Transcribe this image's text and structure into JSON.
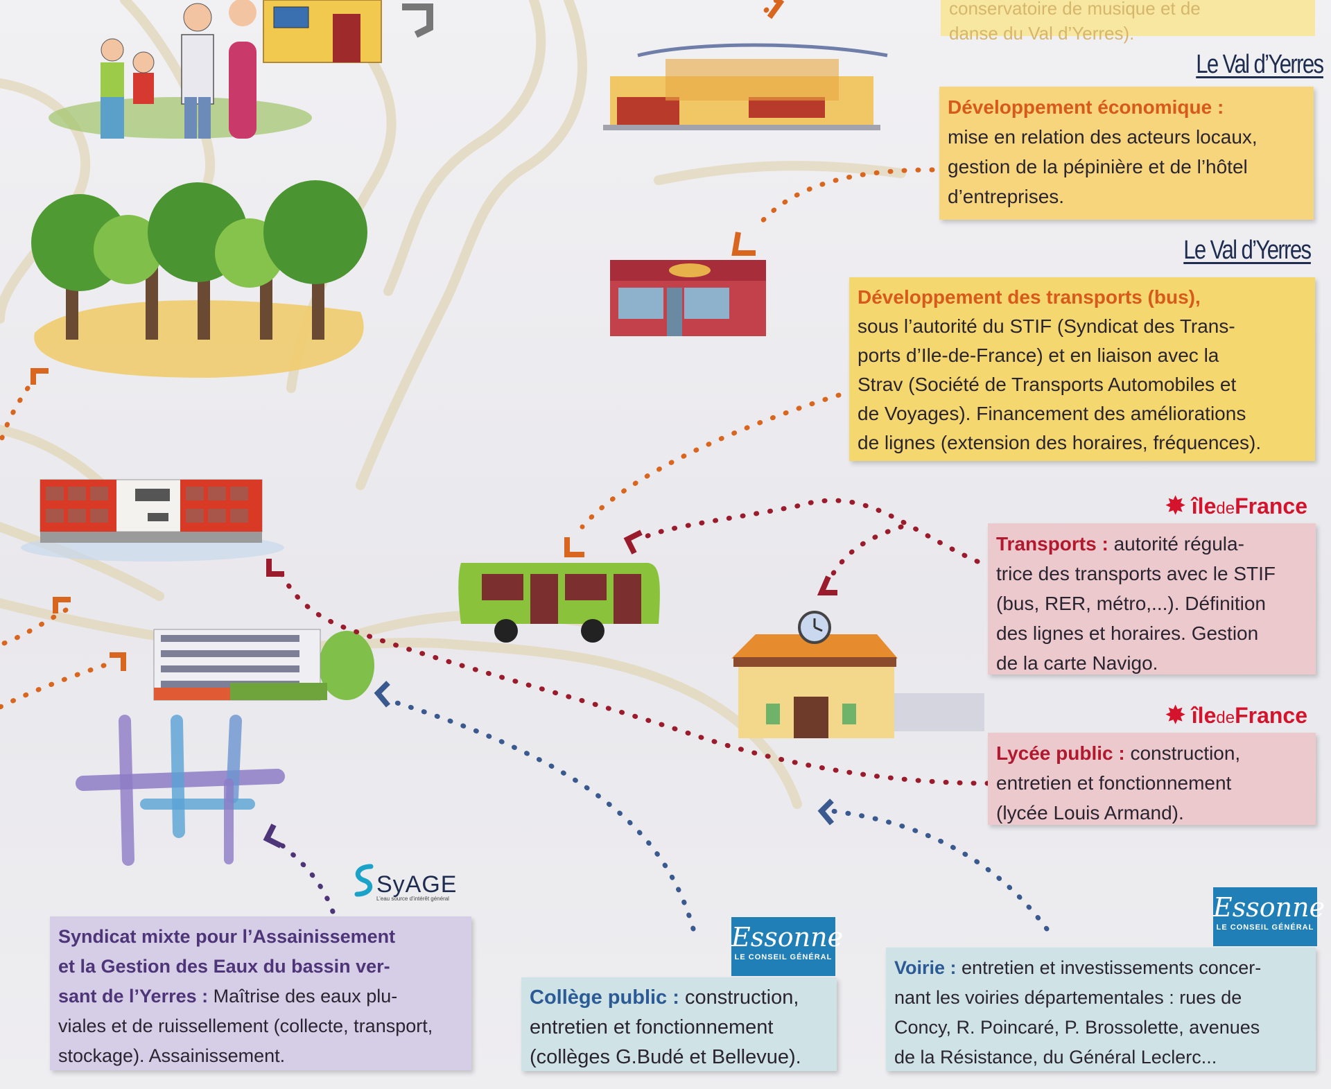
{
  "top_box": {
    "line1": "conservatoire de musique et de",
    "line2": "danse du Val d’Yerres)."
  },
  "logos": {
    "val_yerres_a": "Le Val d’Yerres",
    "val_yerres_b": "Le Val d’Yerres",
    "iledefrance_a": {
      "ile": "île",
      "de": "de",
      "france": "France"
    },
    "iledefrance_b": {
      "ile": "île",
      "de": "de",
      "france": "France"
    },
    "essonne_a": {
      "script": "Essonne",
      "sub": "LE CONSEIL GÉNÉRAL"
    },
    "essonne_b": {
      "script": "Essonne",
      "sub": "LE CONSEIL GÉNÉRAL"
    },
    "syage": {
      "word": "SyAGE",
      "tag": "L’eau source d’intérêt général"
    }
  },
  "boxes": {
    "dev_eco": {
      "lead": "Développement économique :",
      "lines": [
        "mise en relation des acteurs locaux,",
        "gestion de la pépinière et de l’hôtel",
        "d’entreprises."
      ]
    },
    "dev_bus": {
      "lead": "Développement des transports (bus),",
      "lines": [
        "sous l’autorité du STIF (Syndicat des Trans-",
        "ports d’Ile-de-France) et en liaison avec la",
        "Strav (Société de Transports Automobiles et",
        "de Voyages). Financement des améliorations",
        "de lignes (extension des horaires, fréquences)."
      ]
    },
    "transports": {
      "lead": "Transports :",
      "first_rest": " autorité régula-",
      "lines": [
        "trice des transports avec le STIF",
        "(bus, RER, métro,...). Définition",
        "des lignes et horaires. Gestion",
        "de la carte Navigo."
      ]
    },
    "lycee": {
      "lead": "Lycée public :",
      "first_rest": " construction,",
      "lines": [
        "entretien et fonctionnement",
        "(lycée Louis Armand)."
      ]
    },
    "syage_box": {
      "lead1": "Syndicat mixte pour l’Assainissement",
      "lead2": "et la Gestion des Eaux du bassin ver-",
      "lead3": "sant de l’Yerres :",
      "rest3": " Maîtrise des eaux plu-",
      "lines": [
        "viales et de ruissellement (collecte, transport,",
        "stockage). Assainissement."
      ]
    },
    "college": {
      "lead": "Collège public :",
      "first_rest": " construction,",
      "lines": [
        "entretien et fonctionnement",
        "(collèges G.Budé et Bellevue)."
      ]
    },
    "voirie": {
      "lead": "Voirie :",
      "first_rest": " entretien et investissements concer-",
      "lines": [
        "nant les voiries départementales : rues de",
        "Concy, R. Poincaré, P. Brossolette, avenues",
        "de la Résistance, du Général Leclerc..."
      ]
    }
  },
  "colors": {
    "orange_dots": "#d9661f",
    "red_dots": "#9a1b2c",
    "blue_dots": "#3a5a8f",
    "purple_dots": "#4d3577"
  }
}
